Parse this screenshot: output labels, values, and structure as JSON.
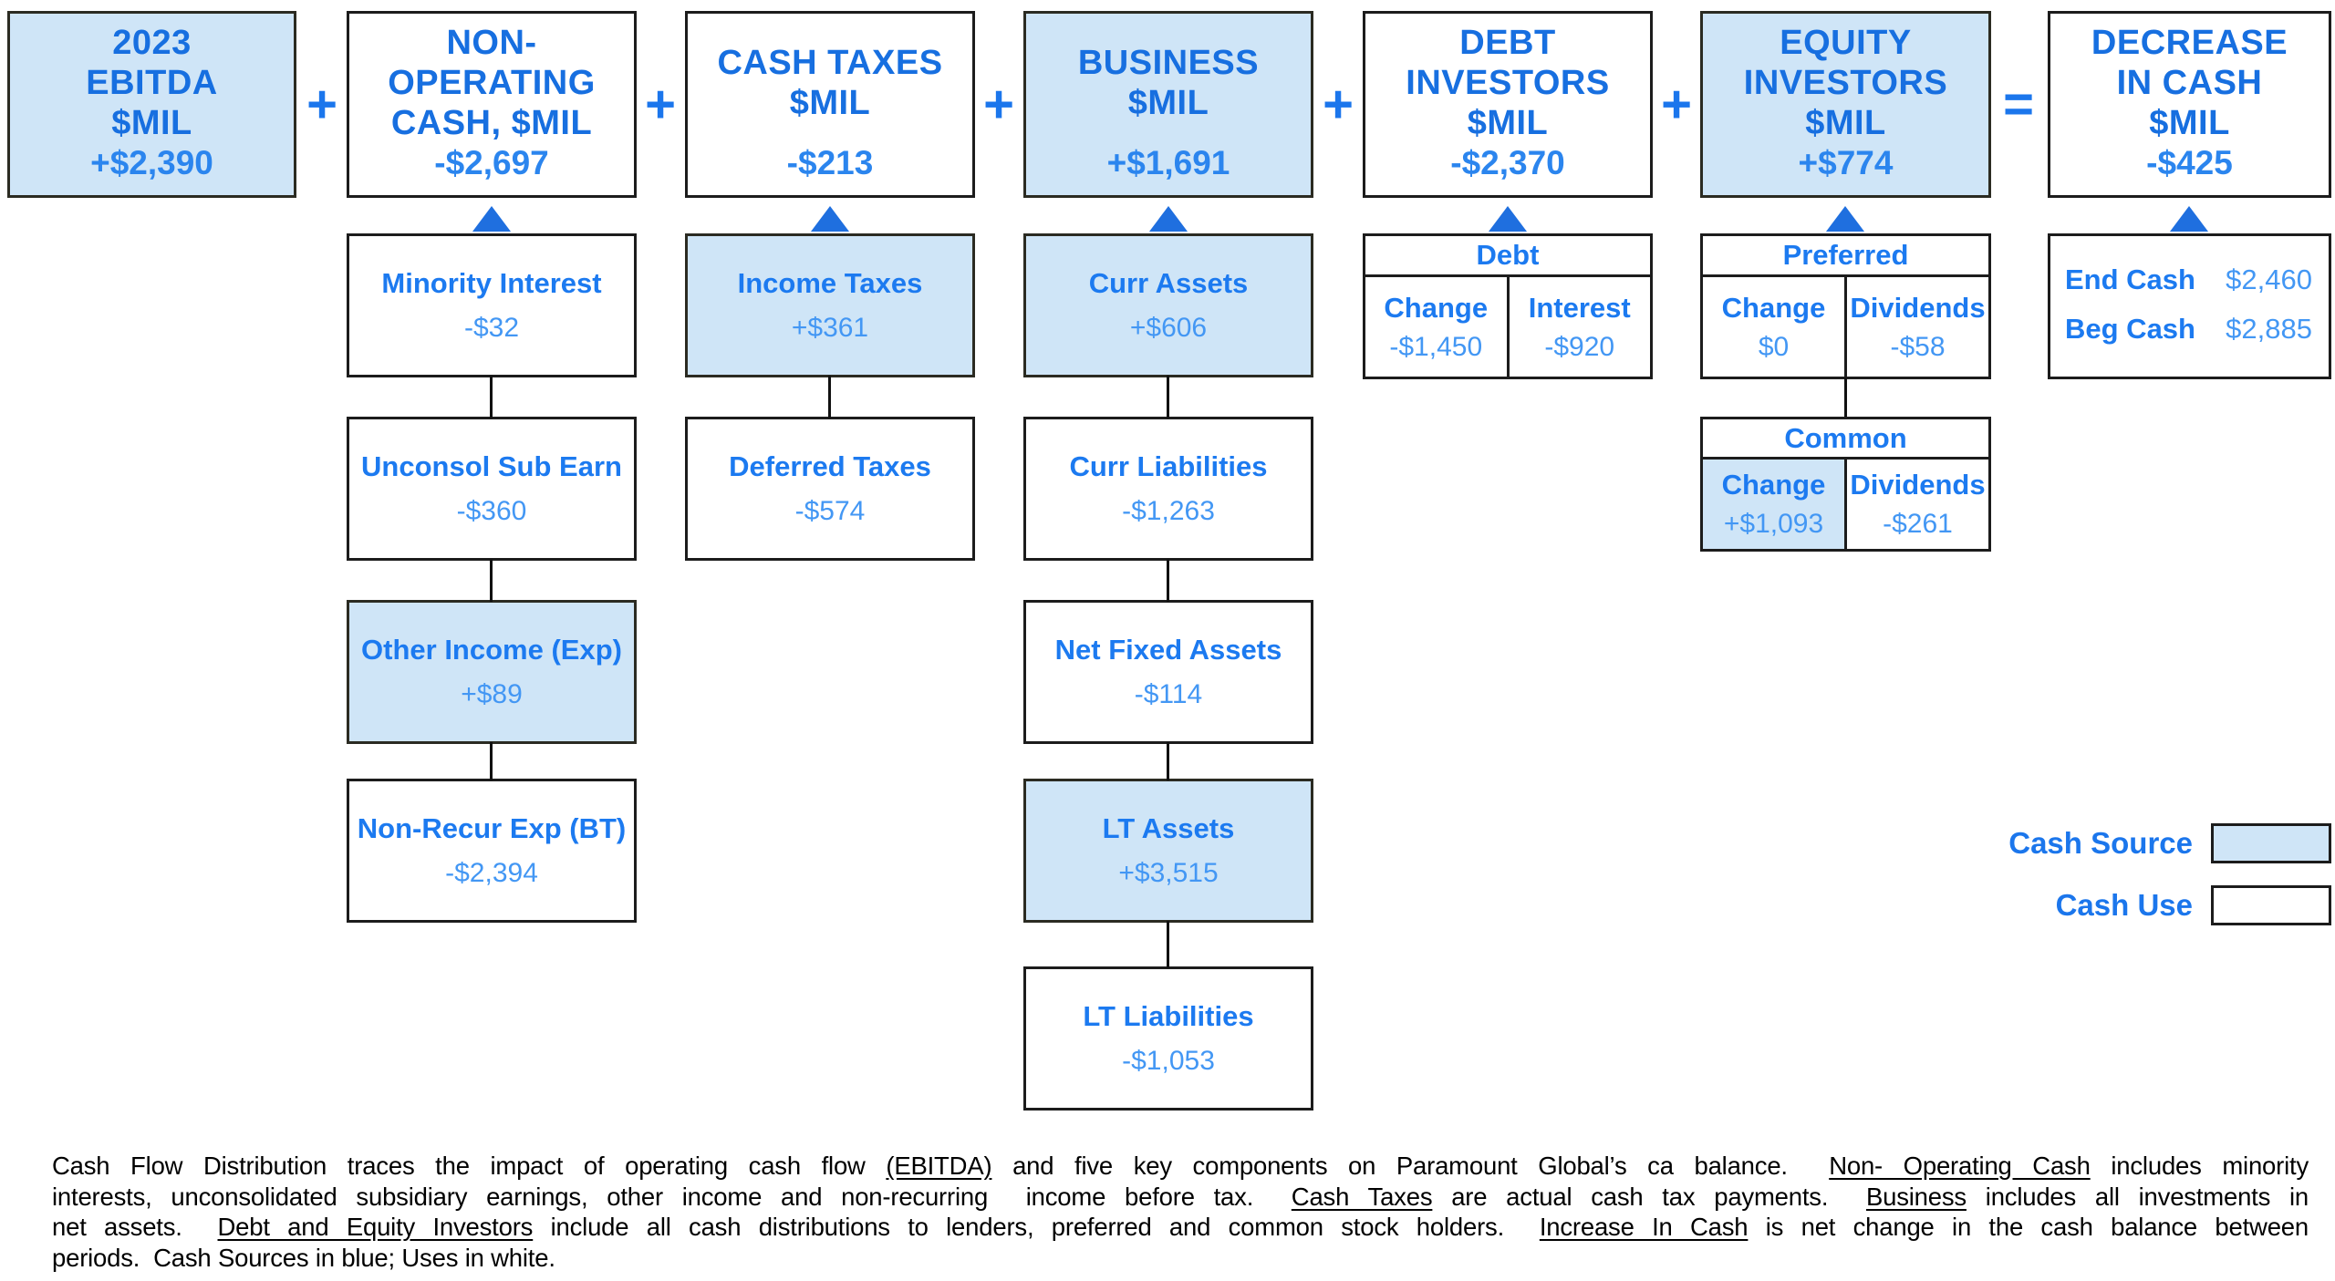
{
  "palette": {
    "cash_source_fill": "#cfe5f7",
    "cash_use_fill": "#ffffff",
    "title_blue": "#176fe0",
    "label_blue": "#1c7af0",
    "value_blue": "#4397f4",
    "border_black": "#1c1c1c"
  },
  "top_row": {
    "boxes": [
      {
        "title": "2023\nEBITDA\n$MIL",
        "value": "+$2,390",
        "fill": "source"
      },
      {
        "title": "NON-\nOPERATING\nCASH, $MIL",
        "value": "-$2,697",
        "fill": "use"
      },
      {
        "title": "CASH TAXES\n$MIL",
        "value": "-$213",
        "fill": "use"
      },
      {
        "title": "BUSINESS\n$MIL",
        "value": "+$1,691",
        "fill": "source"
      },
      {
        "title": "DEBT\nINVESTORS\n$MIL",
        "value": "-$2,370",
        "fill": "use"
      },
      {
        "title": "EQUITY\nINVESTORS\n$MIL",
        "value": "+$774",
        "fill": "source"
      },
      {
        "title": "DECREASE\nIN CASH\n$MIL",
        "value": "-$425",
        "fill": "use"
      }
    ],
    "operators": [
      "+",
      "+",
      "+",
      "+",
      "+",
      "="
    ]
  },
  "columns": {
    "non_operating": [
      {
        "label": "Minority Interest",
        "value": "-$32",
        "fill": "use"
      },
      {
        "label": "Unconsol Sub Earn",
        "value": "-$360",
        "fill": "use"
      },
      {
        "label": "Other Income (Exp)",
        "value": "+$89",
        "fill": "source"
      },
      {
        "label": "Non-Recur Exp (BT)",
        "value": "-$2,394",
        "fill": "use"
      }
    ],
    "cash_taxes": [
      {
        "label": "Income Taxes",
        "value": "+$361",
        "fill": "source"
      },
      {
        "label": "Deferred Taxes",
        "value": "-$574",
        "fill": "use"
      }
    ],
    "business": [
      {
        "label": "Curr Assets",
        "value": "+$606",
        "fill": "source"
      },
      {
        "label": "Curr Liabilities",
        "value": "-$1,263",
        "fill": "use"
      },
      {
        "label": "Net Fixed Assets",
        "value": "-$114",
        "fill": "use"
      },
      {
        "label": "LT Assets",
        "value": "+$3,515",
        "fill": "source"
      },
      {
        "label": "LT Liabilities",
        "value": "-$1,053",
        "fill": "use"
      }
    ],
    "debt_table": {
      "title": "Debt",
      "cells": [
        {
          "label": "Change",
          "value": "-$1,450",
          "fill": "use"
        },
        {
          "label": "Interest",
          "value": "-$920",
          "fill": "use"
        }
      ]
    },
    "preferred_table": {
      "title": "Preferred",
      "cells": [
        {
          "label": "Change",
          "value": "$0",
          "fill": "use"
        },
        {
          "label": "Dividends",
          "value": "-$58",
          "fill": "use"
        }
      ]
    },
    "common_table": {
      "title": "Common",
      "cells": [
        {
          "label": "Change",
          "value": "+$1,093",
          "fill": "source"
        },
        {
          "label": "Dividends",
          "value": "-$261",
          "fill": "use"
        }
      ]
    },
    "cash_balance": {
      "rows": [
        {
          "label": "End Cash",
          "value": "$2,460"
        },
        {
          "label": "Beg Cash",
          "value": "$2,885"
        }
      ]
    }
  },
  "legend": [
    {
      "label": "Cash Source",
      "fill": "source"
    },
    {
      "label": "Cash Use",
      "fill": "use"
    }
  ],
  "footnote": {
    "lines": [
      {
        "segments": [
          {
            "t": "Cash Flow Distribution traces the impact of operating cash flow "
          },
          {
            "t": "(EBITDA)",
            "u": true
          },
          {
            "t": " and five key components on Paramount Global’s ca balance.  "
          },
          {
            "t": "Non- Operating Cash",
            "u": true
          },
          {
            "t": " includes minority"
          }
        ]
      },
      {
        "segments": [
          {
            "t": "interests, unconsolidated subsidiary earnings, other income and non-recurring  income before tax.  "
          },
          {
            "t": "Cash Taxes",
            "u": true
          },
          {
            "t": " are actual cash tax payments.  "
          },
          {
            "t": "Business",
            "u": true
          },
          {
            "t": " includes all investments in"
          }
        ]
      },
      {
        "segments": [
          {
            "t": "net assets.  "
          },
          {
            "t": "Debt and Equity Investors",
            "u": true
          },
          {
            "t": " include all cash distributions to lenders, preferred and common stock holders.  "
          },
          {
            "t": "Increase In Cash",
            "u": true
          },
          {
            "t": " is net change in the cash balance between"
          }
        ]
      },
      {
        "segments": [
          {
            "t": "periods.  Cash Sources in blue; Uses in white."
          }
        ]
      }
    ]
  }
}
